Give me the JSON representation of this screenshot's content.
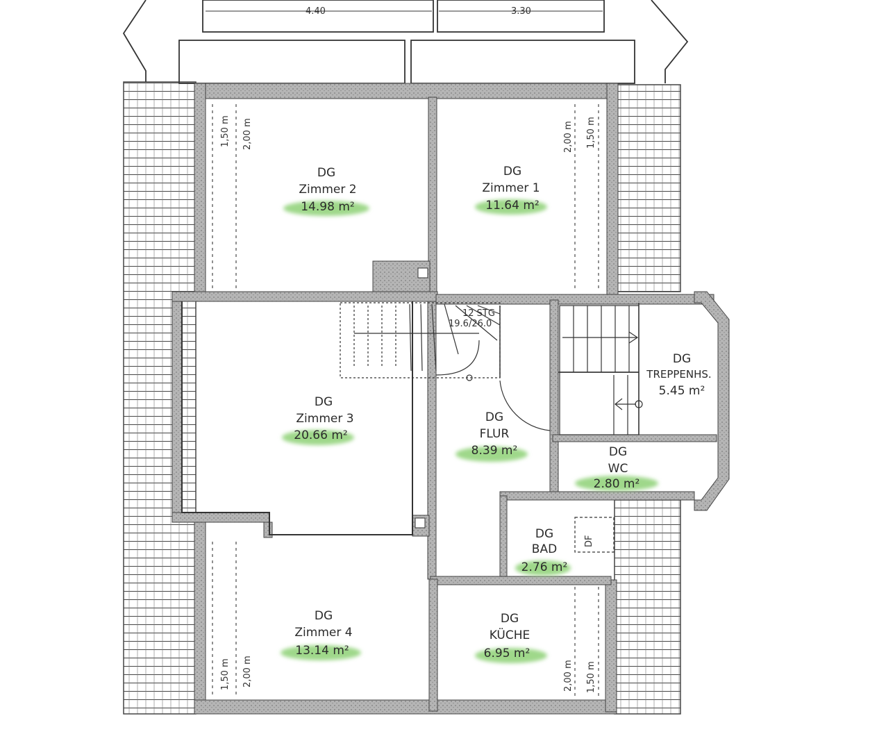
{
  "dimensions": {
    "top_left": "4.40",
    "top_right": "3.30",
    "height_low": "1,50 m",
    "height_high": "2,00 m"
  },
  "rooms": [
    {
      "id": "zimmer2",
      "line1": "DG",
      "line2": "Zimmer 2",
      "area": "14.98 m²"
    },
    {
      "id": "zimmer1",
      "line1": "DG",
      "line2": "Zimmer 1",
      "area": "11.64 m²"
    },
    {
      "id": "zimmer3",
      "line1": "DG",
      "line2": "Zimmer 3",
      "area": "20.66 m²"
    },
    {
      "id": "flur",
      "line1": "DG",
      "line2": "FLUR",
      "area": "8.39 m²"
    },
    {
      "id": "treppenhs",
      "line1": "DG",
      "line2": "TREPPENHS.",
      "area": "5.45 m²"
    },
    {
      "id": "wc",
      "line1": "DG",
      "line2": "WC",
      "area": "2.80 m²"
    },
    {
      "id": "bad",
      "line1": "DG",
      "line2": "BAD",
      "area": "2.76 m²"
    },
    {
      "id": "zimmer4",
      "line1": "DG",
      "line2": "Zimmer 4",
      "area": "13.14 m²"
    },
    {
      "id": "kueche",
      "line1": "DG",
      "line2": "KÜCHE",
      "area": "6.95 m²"
    }
  ],
  "stairs": {
    "line1": "12 STG",
    "line2": "19.6/26.0"
  },
  "bad_fixture": "DF",
  "colors": {
    "wall": "#555555",
    "wall_fill": "#bdbdbd",
    "highlight": "#9fd88a",
    "line": "#333333"
  }
}
